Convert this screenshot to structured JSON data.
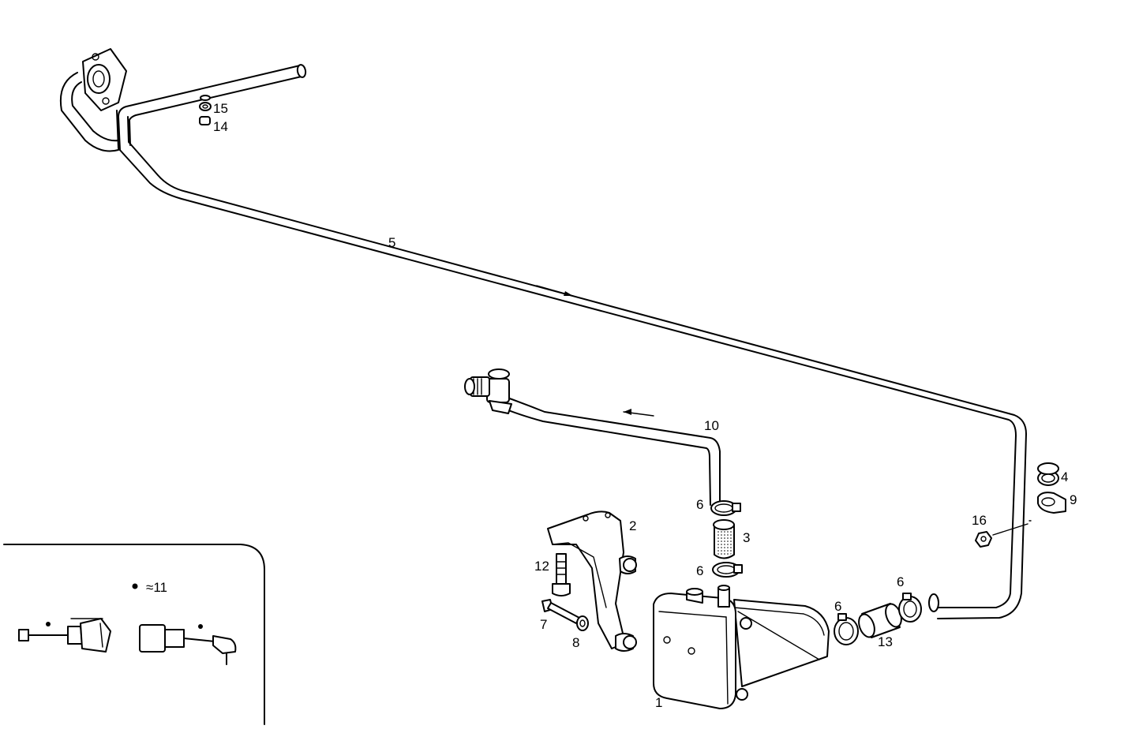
{
  "parts": [
    {
      "id": "part-1",
      "number": "1"
    },
    {
      "id": "part-2",
      "number": "2"
    },
    {
      "id": "part-3",
      "number": "3"
    },
    {
      "id": "part-4",
      "number": "4"
    },
    {
      "id": "part-5",
      "number": "5"
    },
    {
      "id": "part-6a",
      "number": "6"
    },
    {
      "id": "part-6b",
      "number": "6"
    },
    {
      "id": "part-6c",
      "number": "6"
    },
    {
      "id": "part-6d",
      "number": "6"
    },
    {
      "id": "part-7",
      "number": "7"
    },
    {
      "id": "part-8",
      "number": "8"
    },
    {
      "id": "part-9",
      "number": "9"
    },
    {
      "id": "part-10",
      "number": "10"
    },
    {
      "id": "part-12",
      "number": "12"
    },
    {
      "id": "part-13",
      "number": "13"
    },
    {
      "id": "part-14",
      "number": "14"
    },
    {
      "id": "part-15",
      "number": "15"
    },
    {
      "id": "part-16",
      "number": "16"
    }
  ],
  "inset": {
    "legend": "≈11",
    "legend_marker": "bullet-dot"
  },
  "flow_arrows": [
    "right-arrow",
    "left-arrow"
  ]
}
